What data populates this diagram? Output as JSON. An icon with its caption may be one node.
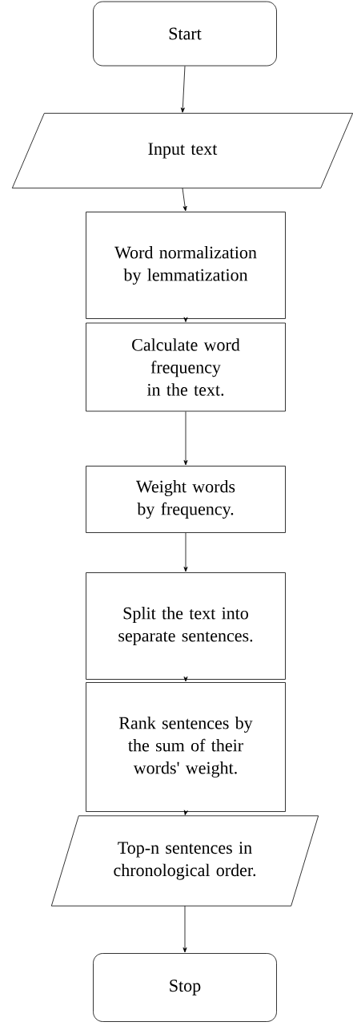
{
  "diagram": {
    "nodes": [
      {
        "text": [
          "Start"
        ]
      },
      {
        "text": [
          "Input text"
        ]
      },
      {
        "text": [
          "Word normalization by lemmatization"
        ]
      },
      {
        "text": [
          "Calculate word frequency in the text."
        ]
      },
      {
        "text": [
          "Weight words by frequency."
        ]
      },
      {
        "text": [
          "Split the text into separate sentences."
        ]
      },
      {
        "text": [
          "Rank sentences by the sum of their words' weight."
        ]
      },
      {
        "text": [
          "Top-n sentences in chronological order."
        ]
      },
      {
        "text": [
          "Stop"
        ]
      }
    ],
    "edges": [
      {
        "from": 0,
        "to": 1,
        "arrow": "to"
      },
      {
        "from": 1,
        "to": 2,
        "arrow": "to"
      },
      {
        "from": 2,
        "to": 3,
        "arrow": "to"
      },
      {
        "from": 3,
        "to": 4,
        "arrow": "to"
      },
      {
        "from": 4,
        "to": 5,
        "arrow": "to"
      },
      {
        "from": 5,
        "to": 6,
        "arrow": "to"
      },
      {
        "from": 6,
        "to": 7,
        "arrow": "to"
      },
      {
        "from": 7,
        "to": 8,
        "arrow": "to"
      }
    ]
  }
}
